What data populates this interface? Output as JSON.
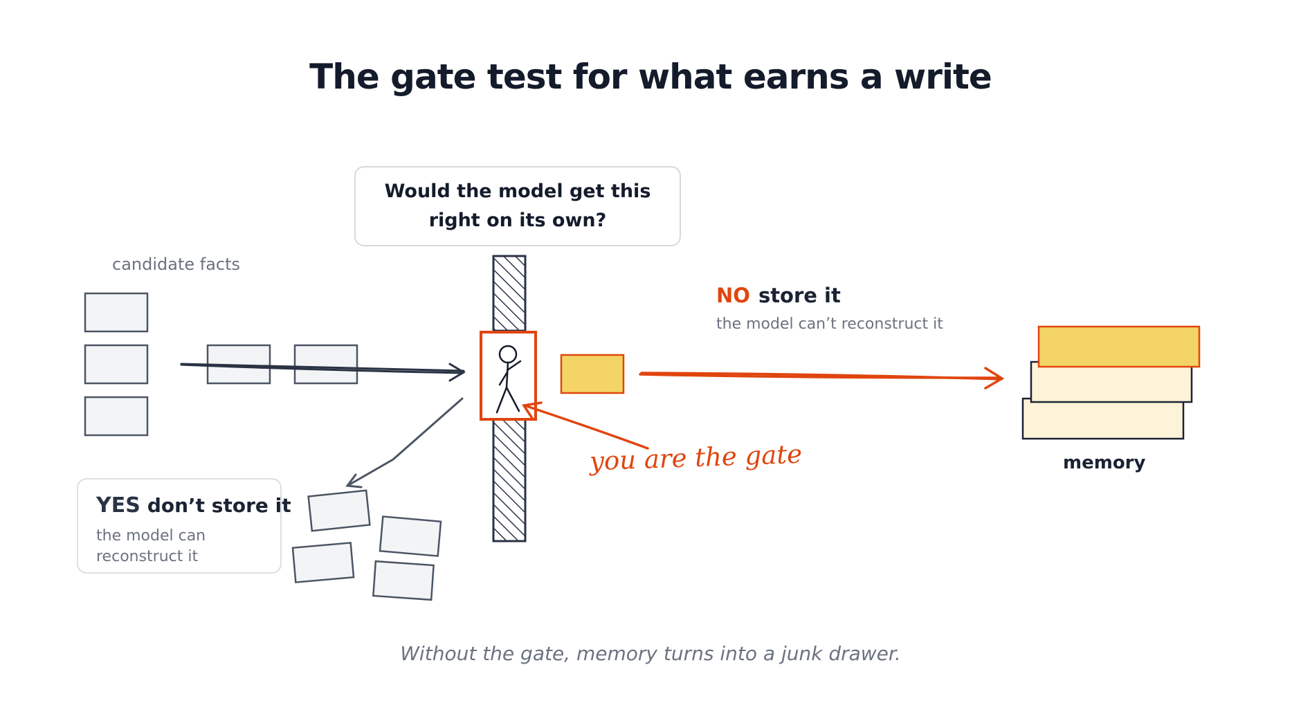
{
  "title": "The gate test for what earns a write",
  "question": "Would the model get this right on its own?",
  "candidate_label": "candidate facts",
  "no_branch": {
    "keyword": "NO",
    "action": "store it",
    "reason": "the model can’t reconstruct it"
  },
  "yes_branch": {
    "keyword": "YES",
    "action": "don’t store it",
    "reason": "the model can reconstruct it"
  },
  "gate_label": "you are the gate",
  "memory_label": "memory",
  "caption": "Without the gate, memory turns into a junk drawer.",
  "colors": {
    "accent": "#e0450e",
    "stored_fact": "#f4d466",
    "memory_back": "#fdf3d8",
    "fact_fill": "#f3f4f6",
    "ink": "#2a3344",
    "muted": "#6b7280"
  }
}
